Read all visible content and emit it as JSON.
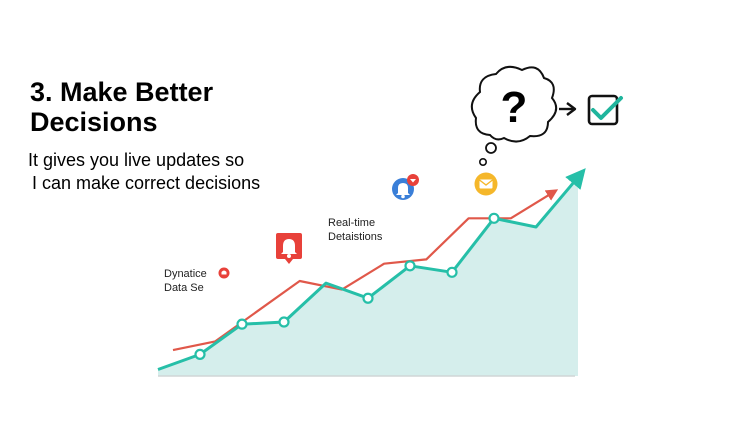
{
  "title": [
    "3. Make Better",
    "Decisions"
  ],
  "subtitle": [
    "It gives you live updates so",
    "I can make correct decisions"
  ],
  "annotations": [
    {
      "lines": [
        "Dynatice",
        "Data Se"
      ]
    },
    {
      "lines": [
        "Real-time",
        "Detaistions"
      ]
    }
  ],
  "icons": {
    "question": "?",
    "bubble": "thought-bubble-icon",
    "arrow": "arrow-right-icon",
    "check": "checkbox-checked-icon",
    "bell_alert": "bell-alert-icon",
    "bell_notification": "bell-notification-icon",
    "mail": "mail-notification-icon",
    "alert_dot": "alert-dot-icon"
  },
  "colors": {
    "red_line": "#e0584a",
    "teal_line": "#26bfa8",
    "area_fill": "#d5eeec",
    "alert_red": "#e8413a",
    "bell_blue": "#3a7fd8",
    "mail_yellow": "#f5b72a",
    "check_teal": "#1fb59d"
  },
  "chart_data": {
    "type": "line",
    "series": [
      {
        "values": [
          0.12,
          0.16,
          0.3,
          0.44,
          0.4,
          0.52,
          0.54,
          0.73,
          0.73,
          0.85
        ]
      },
      {
        "values": [
          0.03,
          0.1,
          0.24,
          0.25,
          0.43,
          0.36,
          0.51,
          0.48,
          0.73,
          0.69,
          0.92
        ]
      }
    ],
    "grid": false,
    "legend": "none"
  }
}
